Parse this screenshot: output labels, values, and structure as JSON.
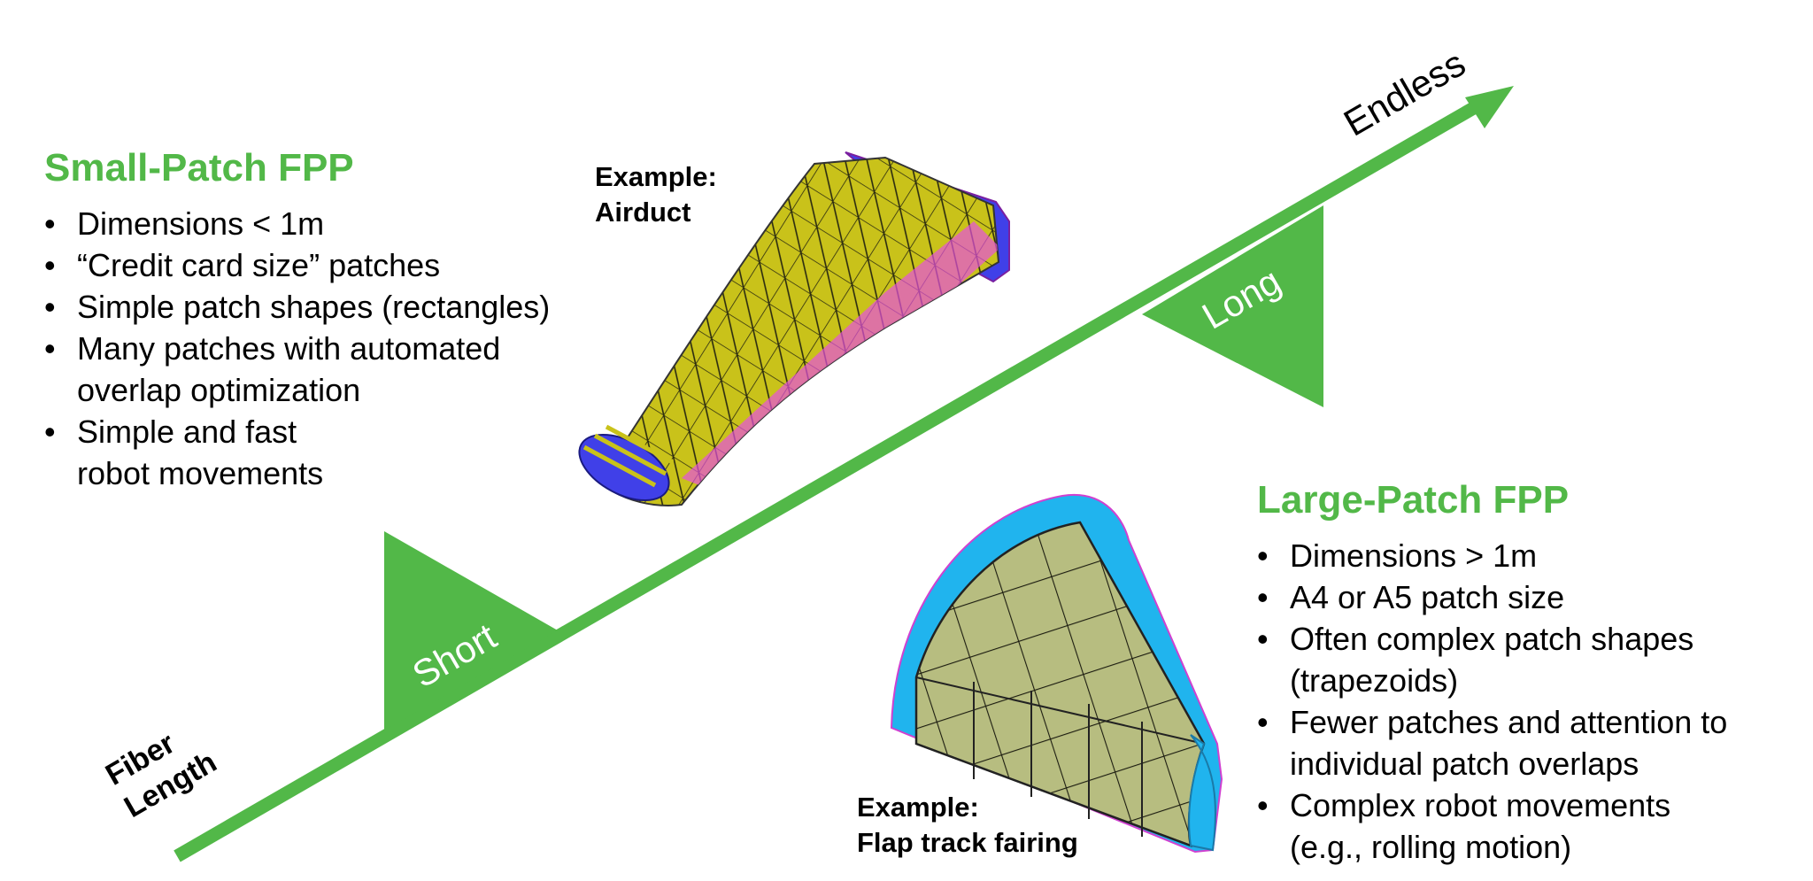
{
  "axis": {
    "label_line1": "Fiber",
    "label_line2": "Length",
    "start_label": "Short",
    "mid_label": "Long",
    "end_label": "Endless",
    "color": "#52b848"
  },
  "small_patch": {
    "title": "Small-Patch FPP",
    "bullets": [
      "Dimensions < 1m",
      "“Credit card size” patches",
      "Simple patch shapes (rectangles)",
      "Many patches with automated overlap optimization",
      "Simple and fast robot movements"
    ]
  },
  "large_patch": {
    "title": "Large-Patch FPP",
    "bullets": [
      "Dimensions > 1m",
      "A4 or A5 patch size",
      "Often complex patch shapes (trapezoids)",
      "Fewer patches and attention to individual patch overlaps",
      "Complex robot movements (e.g., rolling motion)"
    ]
  },
  "example_airduct": {
    "line1": "Example:",
    "line2": "Airduct"
  },
  "example_fairing": {
    "line1": "Example:",
    "line2": "Flap track fairing"
  },
  "colors": {
    "accent_green": "#52b848",
    "airduct_patch": "#c9c21a",
    "airduct_pink": "#e64fe0",
    "airduct_blue": "#4040e8",
    "fairing_patch": "#b7bd80",
    "fairing_cyan": "#20b4ee"
  }
}
